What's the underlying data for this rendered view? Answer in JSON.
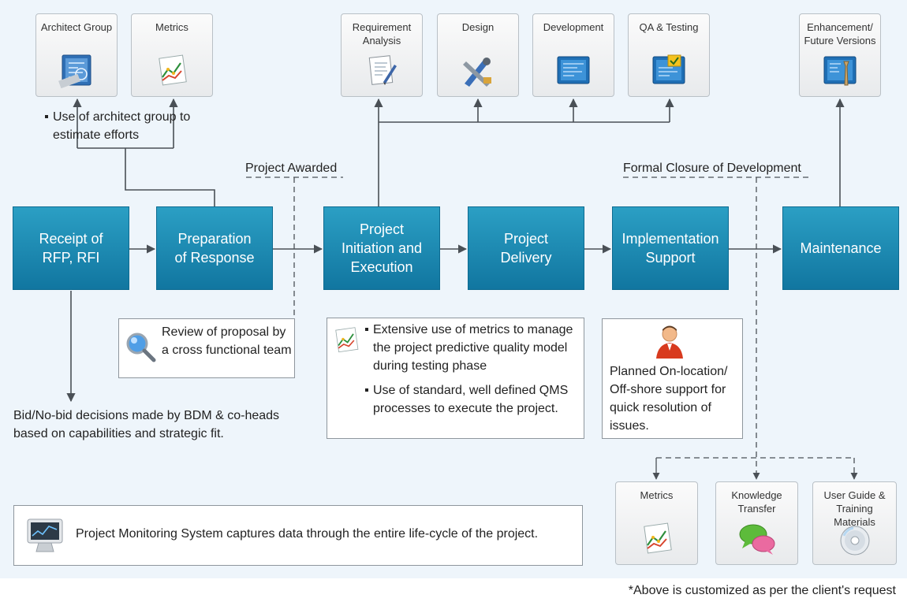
{
  "top_icons": {
    "architect_group": "Architect Group",
    "metrics": "Metrics",
    "requirement_analysis": "Requirement Analysis",
    "design": "Design",
    "development": "Development",
    "qa_testing": "QA & Testing",
    "enhancement": "Enhancement/ Future Versions"
  },
  "steps": {
    "receipt": "Receipt of\nRFP, RFI",
    "preparation": "Preparation\nof Response",
    "initiation": "Project\nInitiation and\nExecution",
    "delivery": "Project\nDelivery",
    "implementation": "Implementation\nSupport",
    "maintenance": "Maintenance"
  },
  "milestones": {
    "project_awarded": "Project Awarded",
    "formal_closure": "Formal Closure of Development"
  },
  "notes": {
    "architect_effort": "Use of architect group to estimate efforts",
    "bid_decision": "Bid/No-bid decisions made by BDM & co-heads based on capabilities and strategic fit.",
    "review_proposal": "Review of proposal by a cross functional team",
    "metrics_usage": "Extensive use of metrics to manage the project predictive quality model during testing phase",
    "qms_usage": "Use of standard, well defined QMS processes to execute the project.",
    "support": "Planned On-location/ Off-shore support for quick resolution of issues.",
    "monitoring": "Project Monitoring System captures data through the entire life-cycle of the project."
  },
  "bottom_icons": {
    "metrics": "Metrics",
    "knowledge_transfer": "Knowledge Transfer",
    "user_guide": "User Guide & Training Materials"
  },
  "footnote": "*Above is customized as per the client's request",
  "colors": {
    "step_fill": "#1b8bb3",
    "canvas": "#eef5fb",
    "connector": "#4a5056"
  },
  "icons": [
    "blueprint-icon",
    "chart-icon",
    "document-pen-icon",
    "design-tools-icon",
    "dev-screen-icon",
    "qa-screen-icon",
    "wrench-screen-icon",
    "magnifier-icon",
    "person-icon",
    "chat-bubbles-icon",
    "cd-disc-icon",
    "monitor-icon"
  ]
}
